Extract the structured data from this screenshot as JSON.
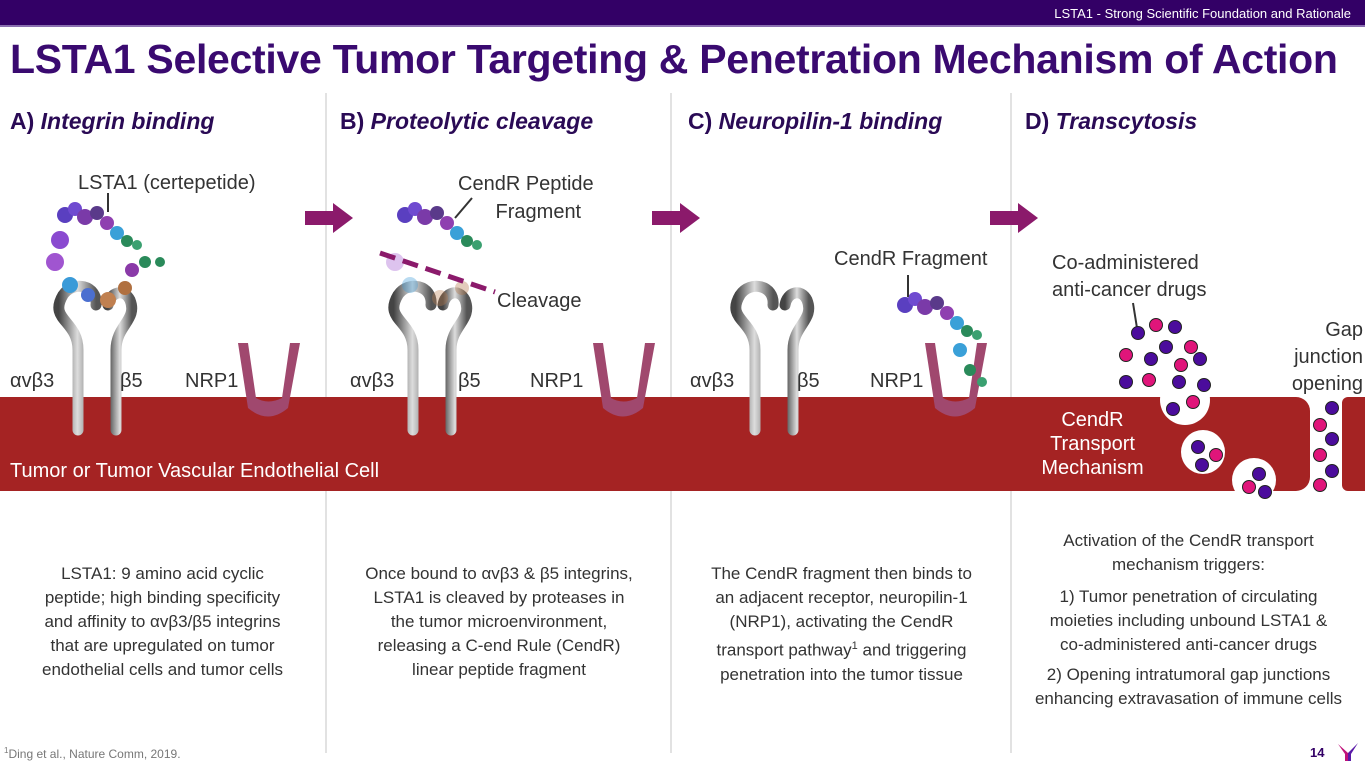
{
  "header": {
    "section": "LSTA1 - Strong Scientific Foundation and Rationale",
    "title": "LSTA1 Selective Tumor Targeting & Penetration Mechanism of Action"
  },
  "panels": [
    {
      "letter": "A)",
      "title": "Integrin binding",
      "desc": [
        "LSTA1: 9 amino acid cyclic",
        "peptide; high binding specificity",
        "and affinity to αvβ3/β5 integrins",
        "that are upregulated on tumor",
        "endothelial cells and tumor cells"
      ]
    },
    {
      "letter": "B)",
      "title": "Proteolytic cleavage",
      "desc": [
        "Once bound to αvβ3 & β5 integrins,",
        "LSTA1 is cleaved by proteases in",
        "the tumor microenvironment,",
        "releasing a C-end Rule (CendR)",
        "linear peptide fragment"
      ]
    },
    {
      "letter": "C)",
      "title": "Neuropilin-1 binding",
      "desc": [
        "The CendR fragment then binds to",
        "an adjacent receptor, neuropilin-1",
        "(NRP1), activating the CendR",
        "transport pathway",
        "1",
        " and triggering",
        "penetration into the tumor tissue"
      ]
    },
    {
      "letter": "D)",
      "title": "Transcytosis",
      "desc": [
        "Activation of the CendR transport",
        "mechanism triggers:",
        "1) Tumor penetration of circulating",
        "moieties including unbound LSTA1 &",
        "co-administered anti-cancer drugs",
        "2) Opening intratumoral gap junctions",
        "enhancing extravasation of immune cells"
      ]
    }
  ],
  "labels": {
    "lsta1": "LSTA1 (certepetide)",
    "cendr_peptide_1": "CendR Peptide",
    "cendr_peptide_2": "Fragment",
    "cleavage": "Cleavage",
    "cendr_fragment": "CendR Fragment",
    "drugs_1": "Co-administered",
    "drugs_2": "anti-cancer drugs",
    "gap_1": "Gap",
    "gap_2": "junction",
    "gap_3": "opening",
    "avb3": "αvβ3",
    "b5": "β5",
    "nrp1": "NRP1",
    "cell": "Tumor or Tumor Vascular Endothelial Cell",
    "transport_1": "CendR",
    "transport_2": "Transport",
    "transport_3": "Mechanism"
  },
  "footer": {
    "footnote_mark": "1",
    "footnote": "Ding et al., Nature Comm, 2019.",
    "page": "14"
  },
  "colors": {
    "brand": "#330066",
    "cell": "#a52323",
    "arrow": "#8b1a6b",
    "drug_purple": "#4b0c9c",
    "drug_pink": "#e0157a"
  }
}
